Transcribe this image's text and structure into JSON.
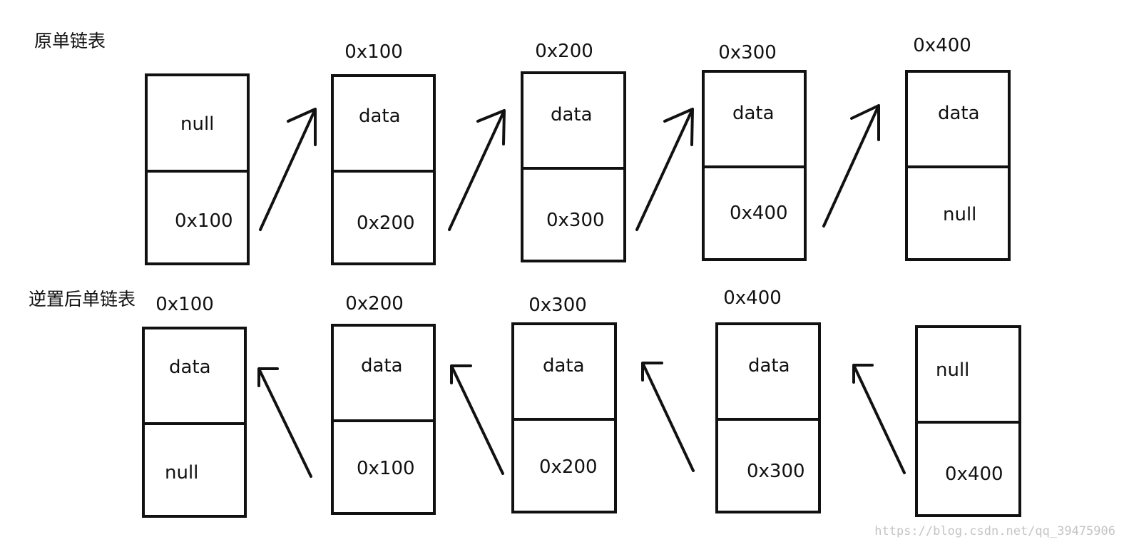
{
  "original_list": {
    "title": "原单链表",
    "nodes": [
      {
        "address": "",
        "top": "null",
        "bottom": "0x100"
      },
      {
        "address": "0x100",
        "top": "data",
        "bottom": "0x200"
      },
      {
        "address": "0x200",
        "top": "data",
        "bottom": "0x300"
      },
      {
        "address": "0x300",
        "top": "data",
        "bottom": "0x400"
      },
      {
        "address": "0x400",
        "top": "data",
        "bottom": "null"
      }
    ]
  },
  "reversed_list": {
    "title": "逆置后单链表",
    "nodes": [
      {
        "address": "0x100",
        "top": "data",
        "bottom": "null"
      },
      {
        "address": "0x200",
        "top": "data",
        "bottom": "0x100"
      },
      {
        "address": "0x300",
        "top": "data",
        "bottom": "0x200"
      },
      {
        "address": "0x400",
        "top": "data",
        "bottom": "0x300"
      },
      {
        "address": "",
        "top": "null",
        "bottom": "0x400"
      }
    ]
  },
  "watermark": "https://blog.csdn.net/qq_39475906"
}
